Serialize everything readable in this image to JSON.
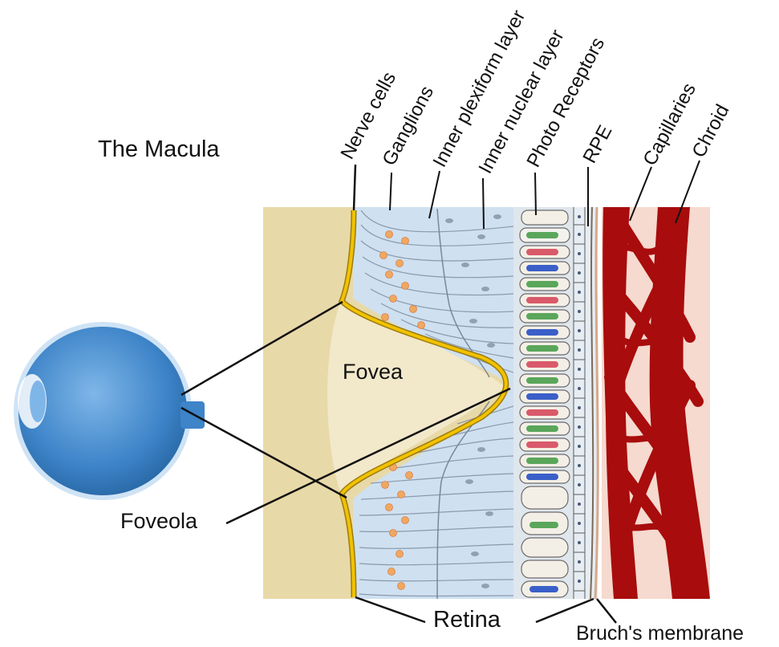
{
  "title": "The Macula",
  "layers": [
    "Nerve cells",
    "Ganglions",
    "Inner plexiform layer",
    "Inner nuclear layer",
    "Photo Receptors",
    "RPE",
    "Capillaries",
    "Chroid"
  ],
  "regions": {
    "fovea": "Fovea",
    "foveola": "Foveola",
    "retina": "Retina",
    "bruchs_membrane": "Bruch's membrane"
  },
  "colors": {
    "vitreous": "#e8d9a8",
    "retina_tissue": "#cfe0f0",
    "nerve_fiber": "#f2c200",
    "ganglion": "#f0a860",
    "vessel": "#a80c0c",
    "choroid_bg": "#f6d9cf",
    "eyeball": "#4a8fd0"
  }
}
